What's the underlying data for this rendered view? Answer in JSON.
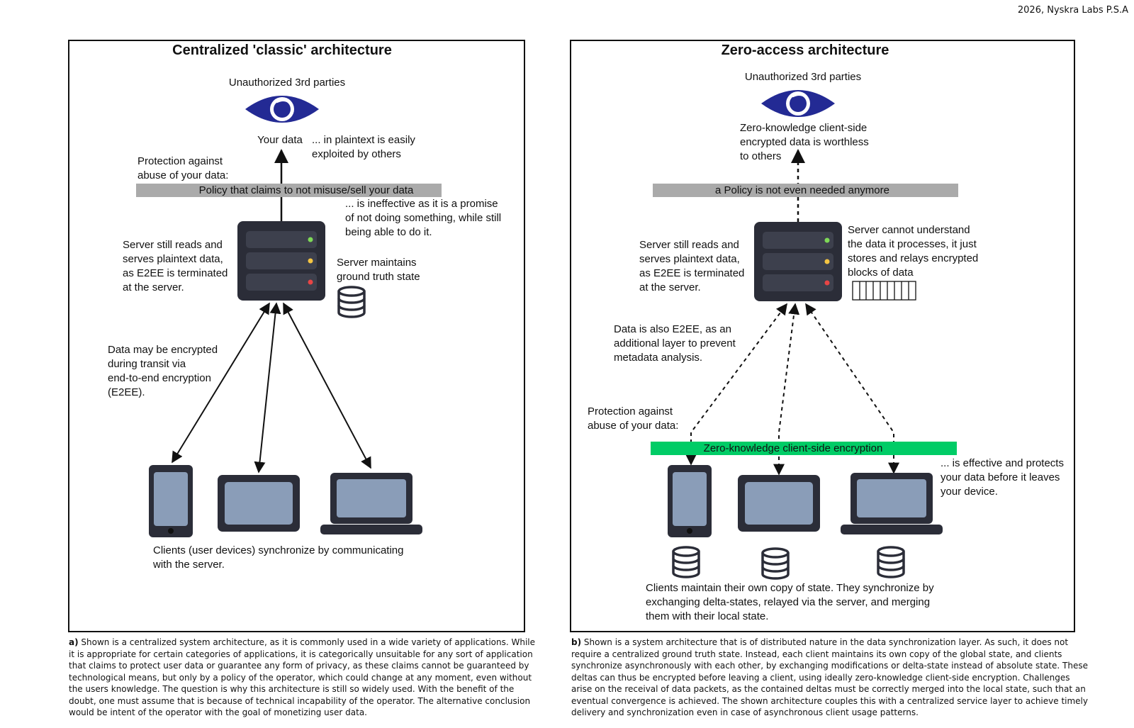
{
  "credit": "2026, Nyskra Labs P.S.A",
  "left": {
    "title": "Centralized 'classic' architecture",
    "third_parties": "Unauthorized 3rd parties",
    "your_data": "Your data",
    "plaintext_note": [
      "... in plaintext is easily",
      "exploited by others"
    ],
    "protection_label": [
      "Protection against",
      "abuse of your data:"
    ],
    "policy_bar": "Policy that claims to not misuse/sell your data",
    "ineffective_note": [
      "... is ineffective as it is a promise",
      "of not doing something, while still",
      "being able to do it."
    ],
    "server_note": [
      "Server still reads and",
      "serves plaintext data,",
      "as E2EE is terminated",
      "at the server."
    ],
    "ground_truth_note": [
      "Server maintains",
      "ground truth state"
    ],
    "transit_note": [
      "Data may be encrypted",
      "during transit via",
      "end-to-end encryption",
      "(E2EE)."
    ],
    "clients_note": [
      "Clients (user devices) synchronize by communicating",
      "with the server."
    ]
  },
  "right": {
    "title": "Zero-access architecture",
    "third_parties": "Unauthorized 3rd parties",
    "worthless_note": [
      "Zero-knowledge client-side",
      "encrypted data is worthless",
      "to others"
    ],
    "policy_bar": "a Policy is not even needed anymore",
    "server_note": [
      "Server still reads and",
      "serves plaintext data,",
      "as E2EE is terminated",
      "at the server."
    ],
    "cannot_understand_note": [
      "Server cannot understand",
      "the data it processes, it just",
      "stores and relays encrypted",
      "blocks of data"
    ],
    "metadata_note": [
      "Data is also E2EE, as an",
      "additional layer to prevent",
      "metadata analysis."
    ],
    "protection_label": [
      "Protection against",
      "abuse of your data:"
    ],
    "zk_bar": "Zero-knowledge client-side encryption",
    "effective_note": [
      "... is effective and protects",
      "your data before it leaves",
      "your device."
    ],
    "clients_note": [
      "Clients maintain their own copy of state. They synchronize by",
      "exchanging delta-states, relayed via the server, and merging",
      "them with their local state."
    ]
  },
  "caption_a": {
    "label": "a)",
    "text": " Shown is a centralized system architecture, as it is commonly used in a wide variety of applications. While it is appropriate for certain categories of applications, it is categorically unsuitable for any sort of application that claims to protect user data or guarantee any form of privacy, as these claims cannot be guaranteed by technological means, but only by a policy of the operator, which could change at any moment, even without the users knowledge. The question is why this architecture is still so widely used. With the benefit of the doubt, one must assume that is because of technical incapability of the operator.  The alternative conclusion would be intent of the operator with the goal of monetizing user data."
  },
  "caption_b": {
    "label": "b)",
    "text": " Shown is a system architecture that is of distributed nature in the data  synchronization layer. As such, it does not require a centralized ground truth state. Instead, each client maintains its own copy of the global state, and clients synchronize asynchronously with each other, by exchanging modifications or delta-state instead of absolute state. These deltas can thus be encrypted before leaving a client, using ideally zero-knowledge client-side encryption. Challenges arise on the receival of data packets, as the contained deltas must be correctly merged into the local state, such that an eventual convergence is achieved. The shown architecture couples this with a centralized service layer to achieve timely delivery and synchronization even in case of asynchronous client usage patterns."
  },
  "colors": {
    "eye": "#232a94",
    "device": "#2b2d38",
    "screen": "#8a9db8",
    "policy_bar": "#aaaaaa",
    "zk_bar": "#00cc66",
    "led_green": "#7ed957",
    "led_yellow": "#f5c542",
    "led_red": "#e84545"
  }
}
